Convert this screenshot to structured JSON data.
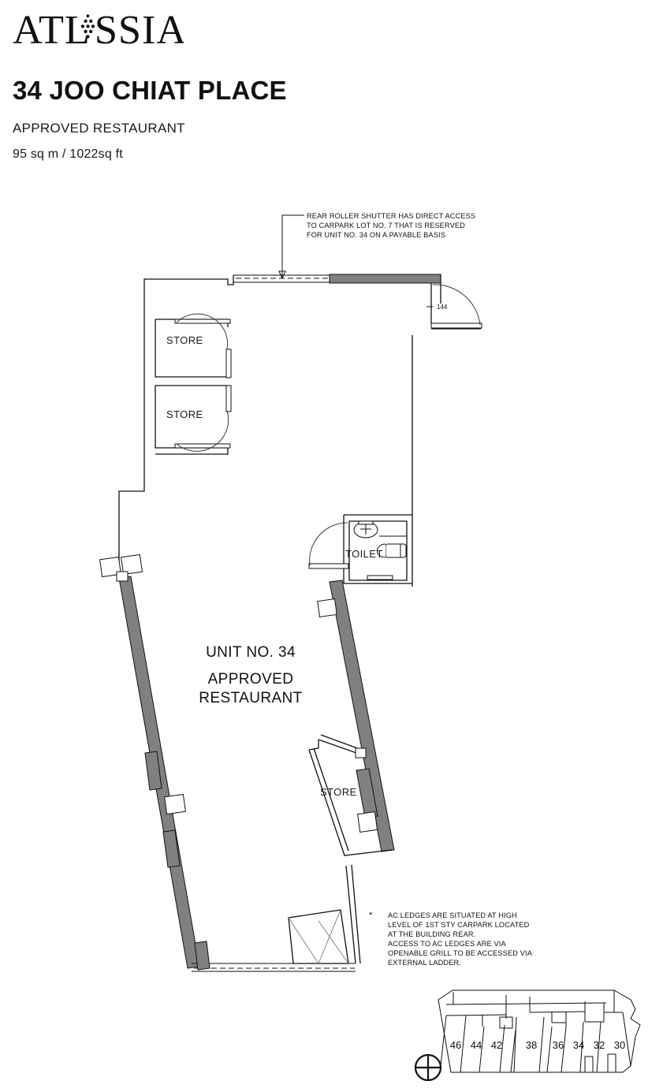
{
  "header": {
    "brand": "ATLASSIA",
    "title": "34 JOO CHIAT PLACE",
    "subtitle": "APPROVED RESTAURANT",
    "area": "95 sq m / 1022sq ft"
  },
  "plan": {
    "unit_label_line1": "UNIT NO. 34",
    "unit_label_line2": "APPROVED",
    "unit_label_line3": "RESTAURANT",
    "rooms": [
      {
        "name": "store-upper",
        "label": "STORE"
      },
      {
        "name": "store-middle",
        "label": "STORE"
      },
      {
        "name": "toilet",
        "label": "TOILET"
      },
      {
        "name": "store-lower",
        "label": "STORE"
      }
    ],
    "dimension_label": "144"
  },
  "notes": {
    "rear_shutter": "REAR ROLLER SHUTTER HAS DIRECT ACCESS\nTO CARPARK LOT NO. 7 THAT IS RESERVED\nFOR UNIT NO. 34 ON A PAYABLE BASIS",
    "ac_ledge_marker": "*",
    "ac_ledge": "AC LEDGES ARE SITUATED AT HIGH\nLEVEL OF 1ST STY CARPARK LOCATED\nAT THE BUILDING REAR.\nACCESS TO AC LEDGES ARE VIA\nOPENABLE GRILL TO BE ACCESSED VIA\nEXTERNAL LADDER."
  },
  "keyplan": {
    "units": [
      "46",
      "44",
      "42",
      "38",
      "36",
      "34",
      "32",
      "30"
    ],
    "compass": "north-indicator"
  },
  "colors": {
    "wall_solid": "#808080",
    "line": "#111111",
    "background": "#ffffff"
  }
}
